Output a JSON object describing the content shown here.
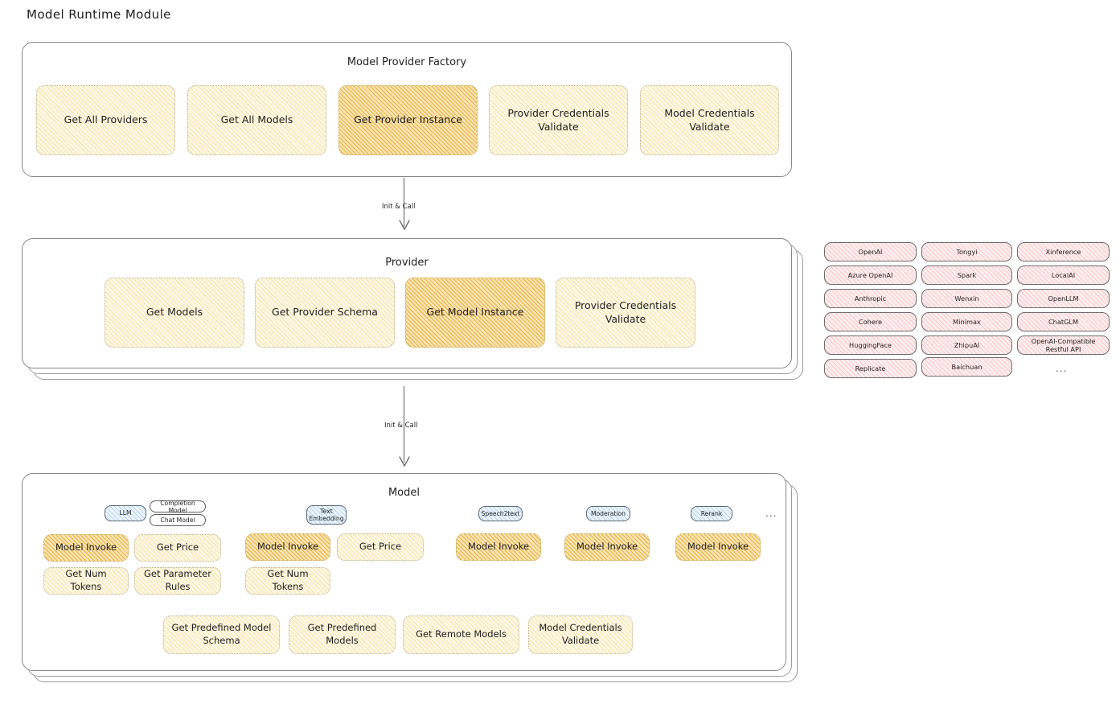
{
  "page": {
    "title": "Model Runtime Module"
  },
  "factory": {
    "title": "Model Provider Factory",
    "nodes": [
      {
        "label": "Get All Providers",
        "highlight": false
      },
      {
        "label": "Get All Models",
        "highlight": false
      },
      {
        "label": "Get Provider Instance",
        "highlight": true
      },
      {
        "label": "Provider Credentials Validate",
        "highlight": false
      },
      {
        "label": "Model Credentials Validate",
        "highlight": false
      }
    ]
  },
  "connectors": [
    {
      "label": "Init & Call"
    },
    {
      "label": "Init & Call"
    }
  ],
  "provider": {
    "title": "Provider",
    "nodes": [
      {
        "label": "Get Models",
        "highlight": false
      },
      {
        "label": "Get Provider Schema",
        "highlight": false
      },
      {
        "label": "Get Model Instance",
        "highlight": true
      },
      {
        "label": "Provider Credentials Validate",
        "highlight": false
      }
    ]
  },
  "provider_list": {
    "columns": [
      [
        "OpenAI",
        "Azure OpenAI",
        "Anthropic",
        "Cohere",
        "HuggingFace",
        "Replicate"
      ],
      [
        "Tongyi",
        "Spark",
        "Wenxin",
        "Minimax",
        "ZhipuAI",
        "Baichuan"
      ],
      [
        "Xinference",
        "LocalAI",
        "OpenLLM",
        "ChatGLM",
        "OpenAI-Compatible Restful API"
      ]
    ],
    "more": "..."
  },
  "model": {
    "title": "Model",
    "more": "...",
    "types": [
      {
        "badge": "LLM",
        "sub_badges": [
          "Completion Model",
          "Chat Model"
        ],
        "nodes": [
          {
            "label": "Model Invoke",
            "highlight": true
          },
          {
            "label": "Get Price",
            "highlight": false
          },
          {
            "label": "Get Num Tokens",
            "highlight": false
          },
          {
            "label": "Get Parameter Rules",
            "highlight": false
          }
        ]
      },
      {
        "badge": "Text Embedding",
        "sub_badges": [],
        "nodes": [
          {
            "label": "Model Invoke",
            "highlight": true
          },
          {
            "label": "Get Price",
            "highlight": false
          },
          {
            "label": "Get Num Tokens",
            "highlight": false
          }
        ]
      },
      {
        "badge": "Speech2text",
        "sub_badges": [],
        "nodes": [
          {
            "label": "Model Invoke",
            "highlight": true
          }
        ]
      },
      {
        "badge": "Moderation",
        "sub_badges": [],
        "nodes": [
          {
            "label": "Model Invoke",
            "highlight": true
          }
        ]
      },
      {
        "badge": "Rerank",
        "sub_badges": [],
        "nodes": [
          {
            "label": "Model Invoke",
            "highlight": true
          }
        ]
      }
    ],
    "common_nodes": [
      {
        "label": "Get Predefined Model Schema"
      },
      {
        "label": "Get Predefined Models"
      },
      {
        "label": "Get Remote Models"
      },
      {
        "label": "Model Credentials Validate"
      }
    ]
  },
  "colors": {
    "node_fill": "#fdf8e6",
    "node_highlight_fill": "#fbe7b8",
    "provider_pill_fill": "#fdefef",
    "model_badge_fill": "#eef5fb",
    "stroke": "#1e1e1e"
  }
}
